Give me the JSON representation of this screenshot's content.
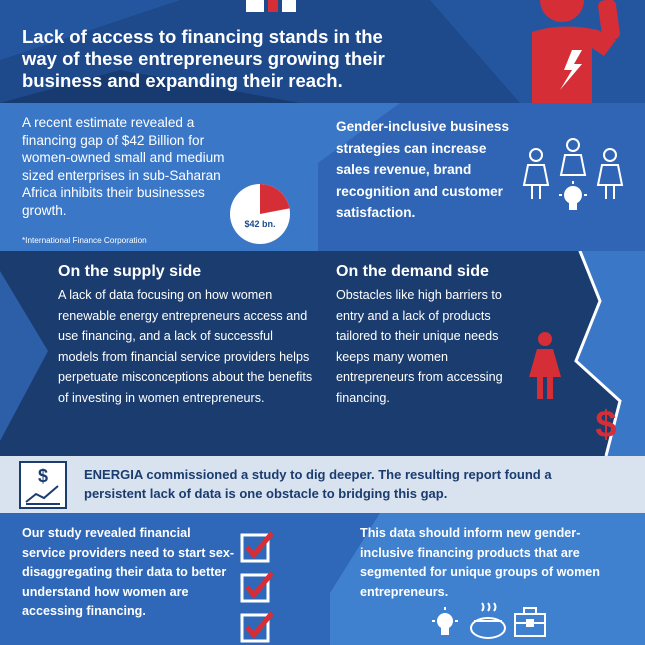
{
  "header": {
    "headline": "Lack of access to financing stands in the way of these entrepreneurs growing their business and expanding their reach."
  },
  "financing_gap": {
    "text": "A recent estimate revealed a financing gap of $42 Billion for women-owned small and medium sized enterprises in sub-Saharan Africa inhibits their businesses growth.",
    "source": "*International Finance Corporation",
    "pie_label": "$42 bn.",
    "pie_share": 0.22
  },
  "gender_inclusive": {
    "text": "Gender-inclusive business strategies can increase sales revenue, brand recognition and customer satisfaction."
  },
  "supply_side": {
    "title": "On the supply side",
    "text": "A lack of data focusing on how women renewable energy entrepreneurs access and use financing, and a lack of successful models from financial service providers helps perpetuate misconceptions about the benefits of investing in women entrepreneurs."
  },
  "demand_side": {
    "title": "On the demand side",
    "text": "Obstacles like high barriers to entry and a lack of products tailored to their unique needs keeps many women entrepreneurs from accessing financing."
  },
  "study_banner": {
    "text": "ENERGIA commissioned a study to dig deeper. The resulting report found a persistent lack of data is one obstacle to bridging this gap."
  },
  "study_results": {
    "text": "Our study revealed financial service providers need to start sex-disaggregating their data to better understand how women are accessing financing."
  },
  "inform": {
    "text": "This data should inform new gender-inclusive financing products that are segmented for unique groups of women entrepreneurs."
  },
  "colors": {
    "accent_red": "#d62e36",
    "dark_blue": "#1a3c6e",
    "mid_blue": "#3a77c7",
    "light_panel": "#d9e2ef"
  },
  "icons": [
    "woman-raised-fist-icon",
    "pie-chart-icon",
    "women-group-icon",
    "lightbulb-icon",
    "woman-red-icon",
    "dollar-sign-icon",
    "money-graph-icon",
    "checkbox-icon",
    "pot-icon",
    "briefcase-icon"
  ]
}
